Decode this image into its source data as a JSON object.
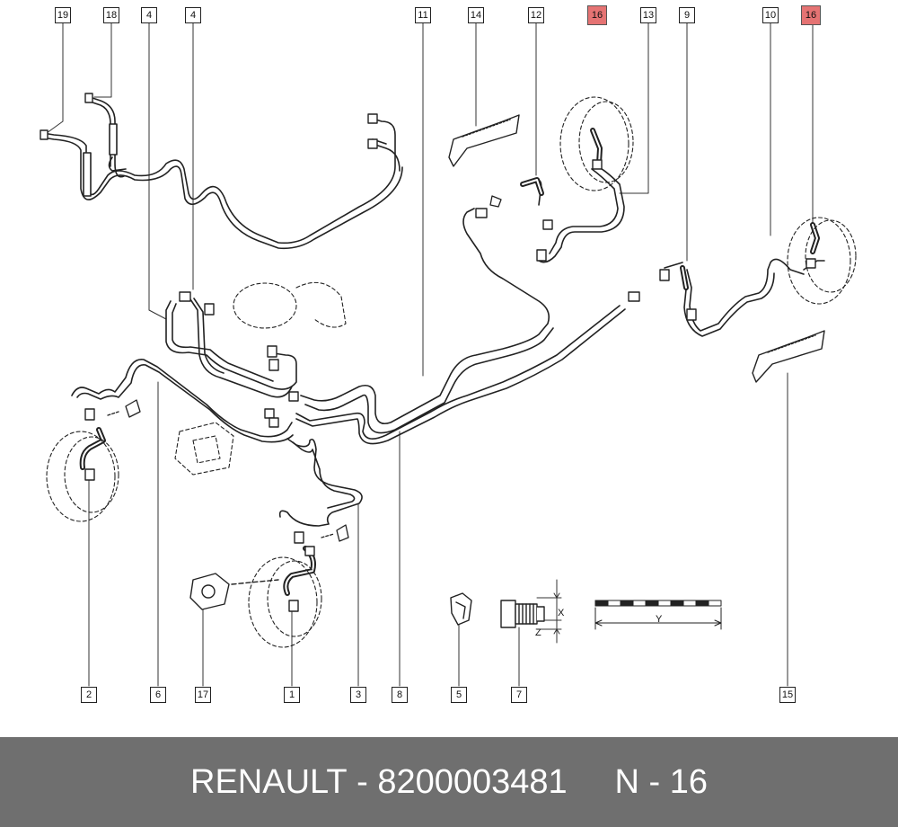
{
  "colors": {
    "highlight": "#e57373",
    "footer_bg": "#6f6f6f",
    "footer_text": "#ffffff"
  },
  "callouts": {
    "c19": "19",
    "c18": "18",
    "c4a": "4",
    "c4b": "4",
    "c11": "11",
    "c14": "14",
    "c12": "12",
    "c16a": "16",
    "c13": "13",
    "c9": "9",
    "c10": "10",
    "c16b": "16",
    "c2": "2",
    "c6": "6",
    "c17": "17",
    "c1": "1",
    "c3": "3",
    "c8": "8",
    "c5": "5",
    "c7": "7",
    "c15": "15"
  },
  "dimensions": {
    "x": "X",
    "z": "Z",
    "y": "Y"
  },
  "footer": {
    "brand": "RENAULT",
    "separator": "-",
    "part_number": "8200003481",
    "page_code": "N - 16"
  }
}
